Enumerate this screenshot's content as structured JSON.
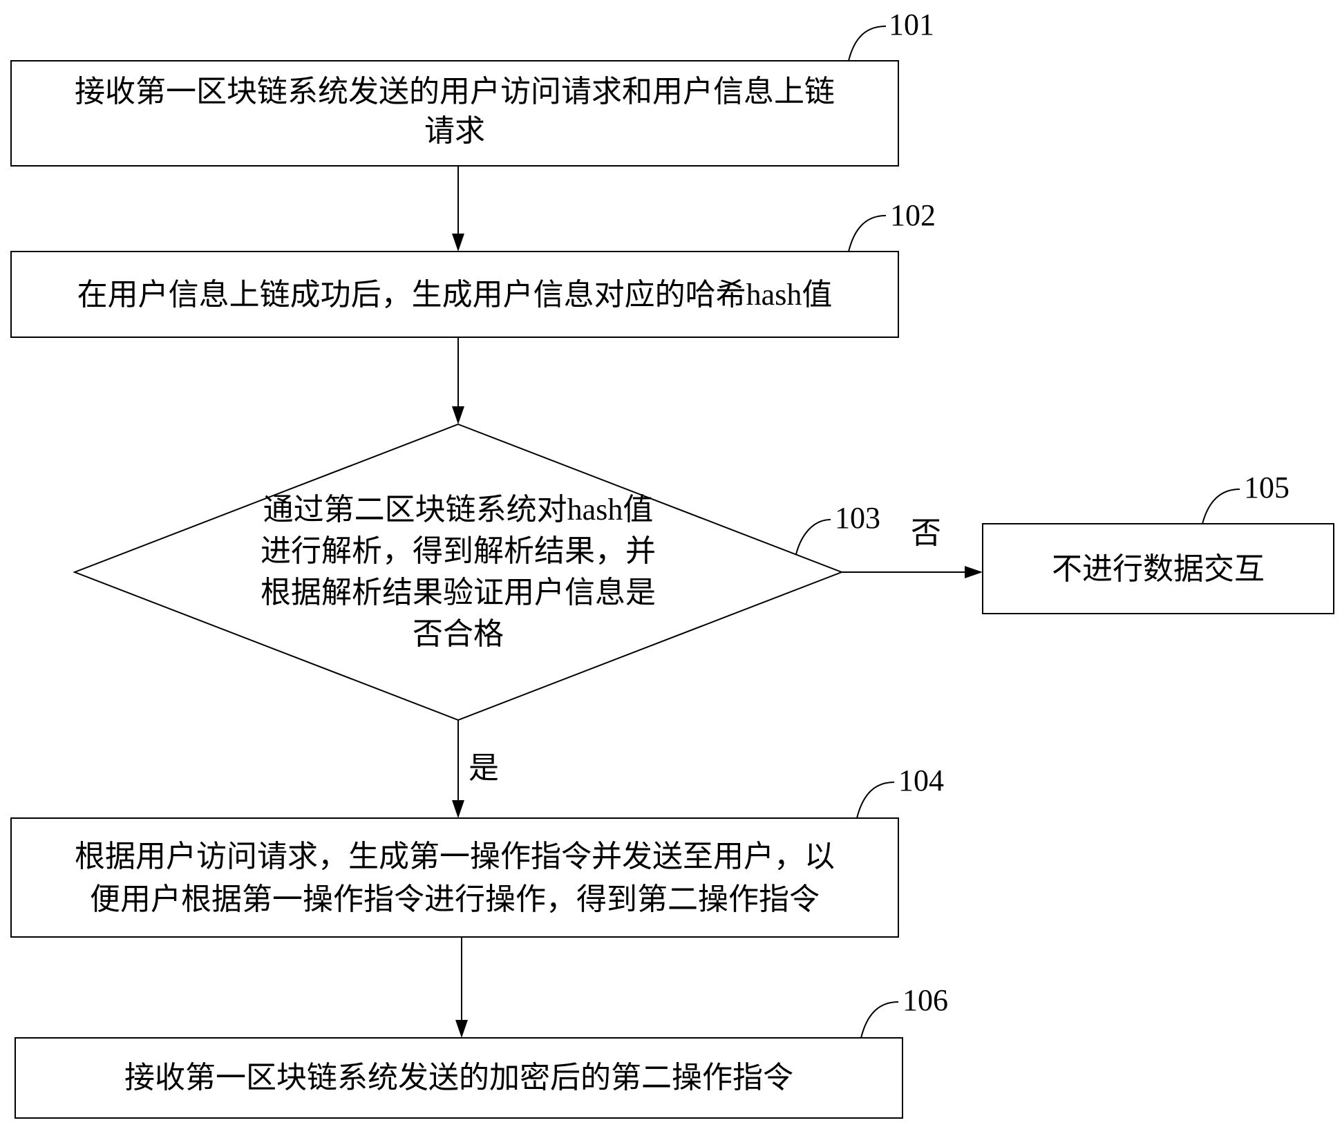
{
  "nodes": [
    {
      "id": "101",
      "label": "101",
      "lines": [
        "接收第一区块链系统发送的用户访问请求和用户信息上链",
        "请求"
      ]
    },
    {
      "id": "102",
      "label": "102",
      "lines": [
        "在用户信息上链成功后，生成用户信息对应的哈希hash值"
      ]
    },
    {
      "id": "103",
      "label": "103",
      "lines": [
        "通过第二区块链系统对hash值",
        "进行解析，得到解析结果，并",
        "根据解析结果验证用户信息是",
        "否合格"
      ]
    },
    {
      "id": "104",
      "label": "104",
      "lines": [
        "根据用户访问请求，生成第一操作指令并发送至用户，以",
        "便用户根据第一操作指令进行操作，得到第二操作指令"
      ]
    },
    {
      "id": "105",
      "label": "105",
      "lines": [
        "不进行数据交互"
      ]
    },
    {
      "id": "106",
      "label": "106",
      "lines": [
        "接收第一区块链系统发送的加密后的第二操作指令"
      ]
    }
  ],
  "edges": [
    {
      "from": "101",
      "to": "102",
      "label": ""
    },
    {
      "from": "102",
      "to": "103",
      "label": ""
    },
    {
      "from": "103",
      "to": "105",
      "label": "否"
    },
    {
      "from": "103",
      "to": "104",
      "label": "是"
    },
    {
      "from": "104",
      "to": "106",
      "label": ""
    }
  ]
}
